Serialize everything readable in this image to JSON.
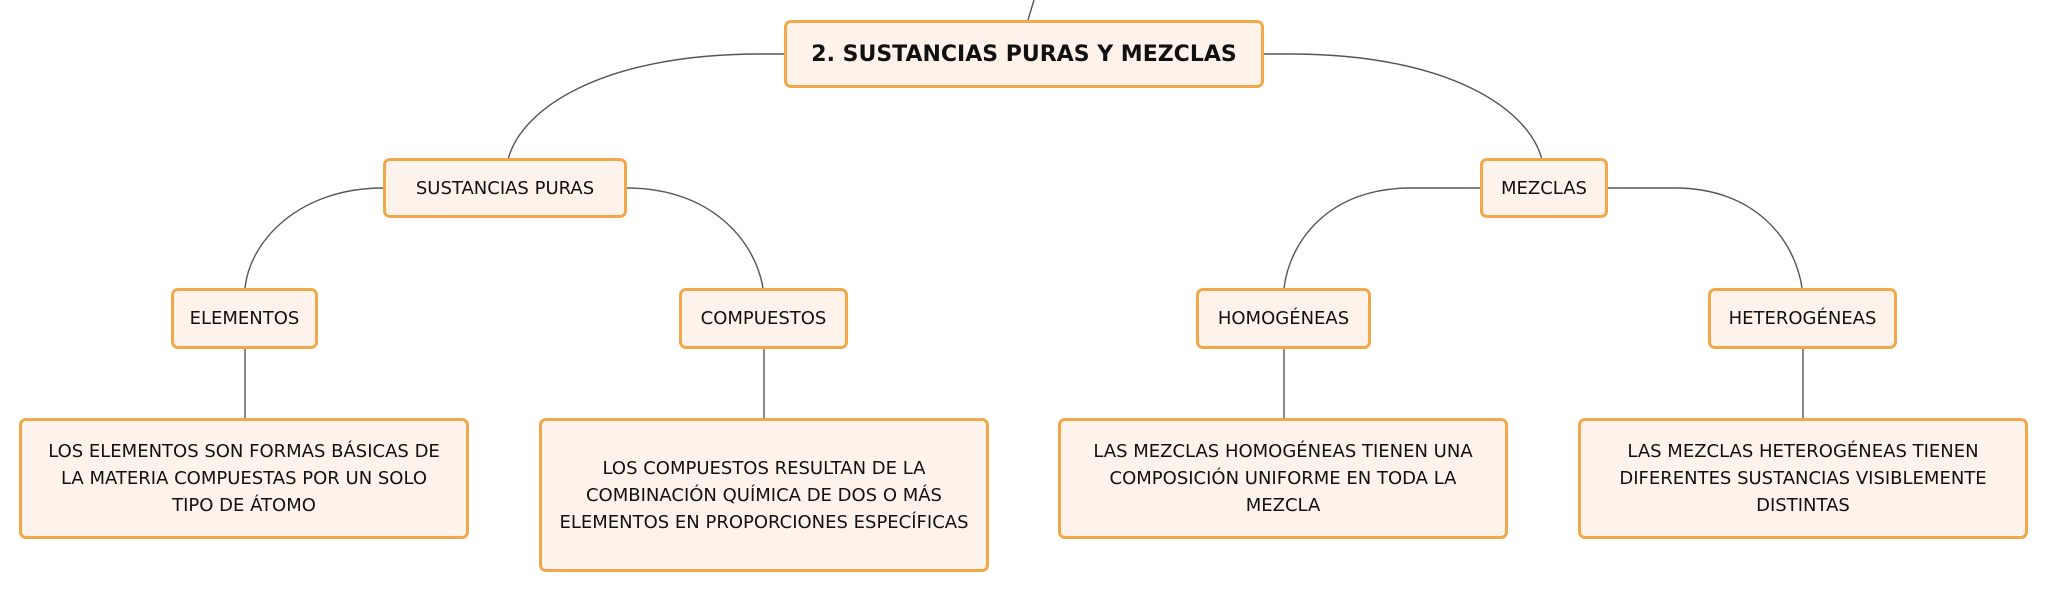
{
  "diagram": {
    "root": {
      "label": "2. SUSTANCIAS PURAS Y MEZCLAS"
    },
    "sustancias_puras": {
      "label": "SUSTANCIAS PURAS"
    },
    "mezclas": {
      "label": "MEZCLAS"
    },
    "elementos": {
      "label": "ELEMENTOS",
      "description": "LOS ELEMENTOS SON FORMAS BÁSICAS DE LA MATERIA COMPUESTAS POR UN SOLO TIPO DE ÁTOMO"
    },
    "compuestos": {
      "label": "COMPUESTOS",
      "description": "LOS COMPUESTOS RESULTAN DE LA COMBINACIÓN QUÍMICA DE DOS O MÁS ELEMENTOS EN PROPORCIONES ESPECÍFICAS"
    },
    "homogeneas": {
      "label": "HOMOGÉNEAS",
      "description": "LAS MEZCLAS HOMOGÉNEAS TIENEN UNA COMPOSICIÓN UNIFORME EN TODA LA MEZCLA"
    },
    "heterogeneas": {
      "label": "HETEROGÉNEAS",
      "description": "LAS MEZCLAS HETEROGÉNEAS TIENEN DIFERENTES SUSTANCIAS VISIBLEMENTE DISTINTAS"
    }
  },
  "colors": {
    "node_fill": "#fdf3ea",
    "node_border": "#f0a84a",
    "connector": "#555555"
  }
}
